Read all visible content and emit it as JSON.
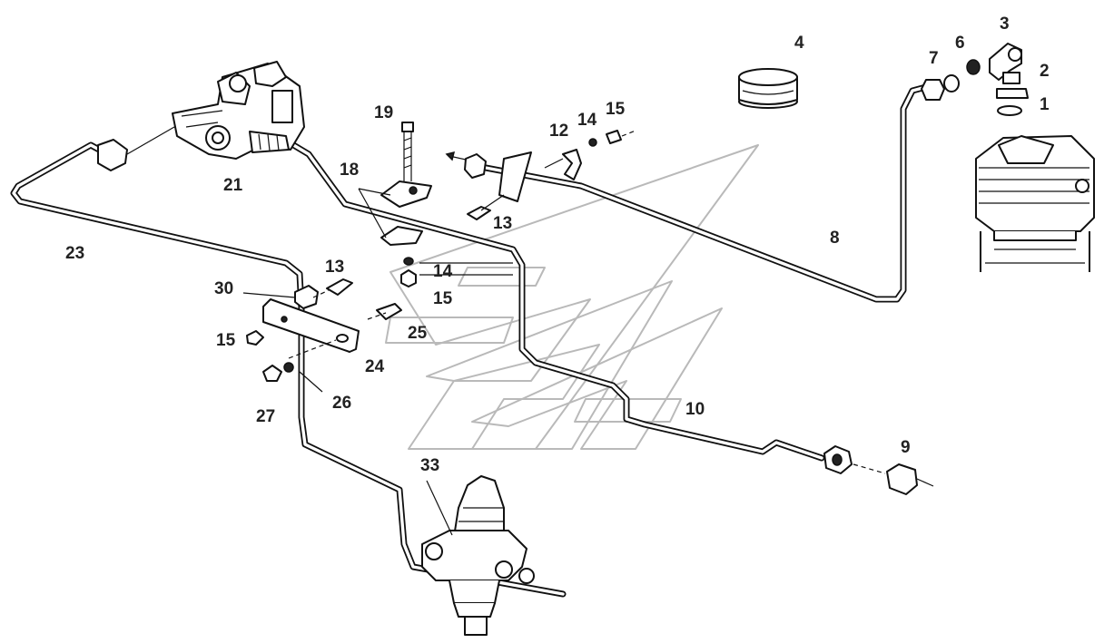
{
  "diagram": {
    "callouts": [
      "1",
      "2",
      "3",
      "4",
      "6",
      "7",
      "8",
      "9",
      "10",
      "12",
      "13",
      "13",
      "14",
      "14",
      "15",
      "15",
      "15",
      "18",
      "19",
      "21",
      "23",
      "24",
      "25",
      "26",
      "27",
      "30",
      "33"
    ]
  },
  "colors": {
    "line": "#111111",
    "watermark": "#b9b9b9",
    "label": "#222222",
    "background": "#ffffff"
  }
}
